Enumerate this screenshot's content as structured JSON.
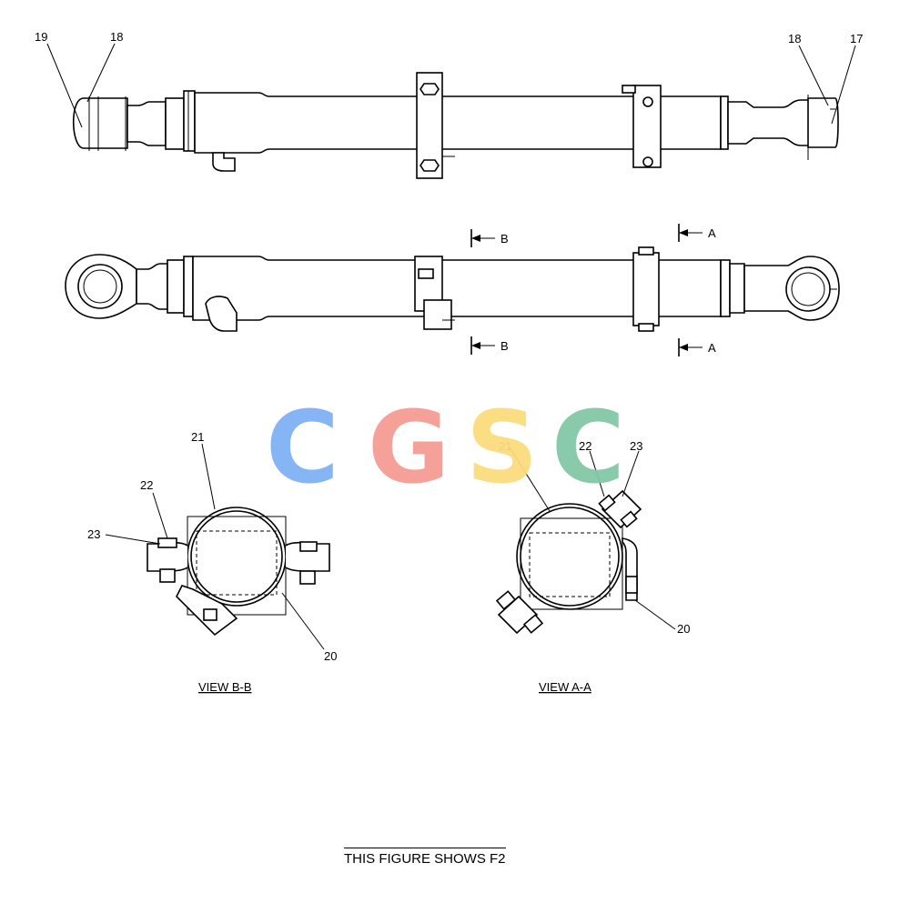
{
  "callouts": {
    "top_left_19": "19",
    "top_left_18": "18",
    "top_right_18": "18",
    "top_right_17": "17",
    "bb_21": "21",
    "bb_22": "22",
    "bb_23": "23",
    "bb_20": "20",
    "aa_21": "21",
    "aa_22": "22",
    "aa_23": "23",
    "aa_20": "20"
  },
  "section_marks": {
    "b_top": "B",
    "b_bottom": "B",
    "a_top": "A",
    "a_bottom": "A"
  },
  "captions": {
    "view_bb": "VIEW  B-B",
    "view_aa": "VIEW  A-A"
  },
  "watermark": {
    "letters": [
      "C",
      "G",
      "S",
      "C"
    ],
    "colors": [
      "#7fb2f5",
      "#f59c94",
      "#fbdc7d",
      "#82c8a6"
    ]
  },
  "footer": "THIS FIGURE SHOWS  F2"
}
